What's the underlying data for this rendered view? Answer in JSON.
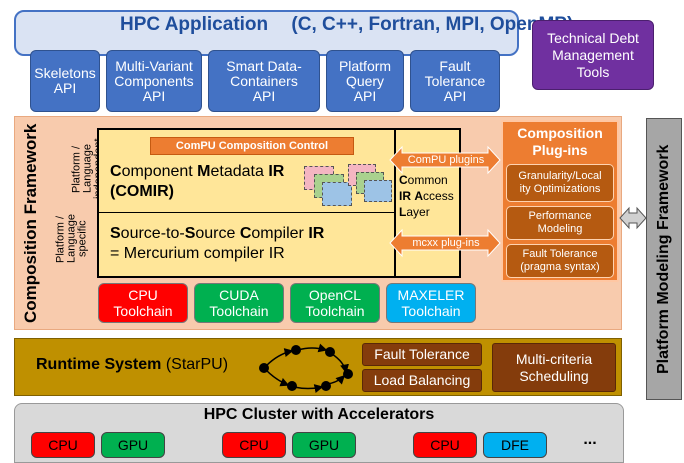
{
  "hpc_app": {
    "title": "HPC Application",
    "languages": "(C, C++, Fortran, MPI, OpenMP)",
    "apis": [
      "Skeletons\nAPI",
      "Multi-Variant\nComponents\nAPI",
      "Smart Data-\nContainers\nAPI",
      "Platform\nQuery\nAPI",
      "Fault\nTolerance\nAPI"
    ]
  },
  "debt_tools": "Technical Debt\nManagement\nTools",
  "composition_framework": {
    "label": "Composition Framework",
    "platform_independent": "Platform /\nLanguage\nindependent",
    "platform_specific": "Platform /\nLanguage\nspecific",
    "control": "ComPU Composition Control",
    "comir_line1_parts": [
      "C",
      "omponent ",
      "M",
      "etadata ",
      "IR"
    ],
    "comir_line2": "(COMIR)",
    "s2s_line1_parts": [
      "S",
      "ource-to-",
      "S",
      "ource ",
      "C",
      "ompiler ",
      "IR"
    ],
    "s2s_line2": "= Mercurium compiler IR",
    "access_layer_parts": [
      "C",
      "ommon\n",
      "IR",
      " ",
      "A",
      "ccess\n",
      "L",
      "ayer"
    ],
    "plugin_arrow_top": "ComPU plugins",
    "plugin_arrow_bottom": "mcxx plug-ins",
    "toolchains": [
      {
        "label": "CPU\nToolchain",
        "color": "#ff0000"
      },
      {
        "label": "CUDA\nToolchain",
        "color": "#00b050"
      },
      {
        "label": "OpenCL\nToolchain",
        "color": "#00b050"
      },
      {
        "label": "MAXELER\nToolchain",
        "color": "#00b0f0"
      }
    ]
  },
  "plugins": {
    "title": "Composition\nPlug-ins",
    "items": [
      "Granularity/Local\nity Optimizations",
      "Performance\nModeling",
      "Fault Tolerance\n(pragma syntax)"
    ]
  },
  "platform_modeling": "Platform Modeling Framework",
  "runtime": {
    "bold": "Runtime System",
    "normal": " (StarPU)",
    "fault_tolerance": "Fault Tolerance",
    "load_balancing": "Load Balancing",
    "scheduling": "Multi-criteria\nScheduling"
  },
  "cluster": {
    "title": "HPC Cluster with Accelerators",
    "units": [
      {
        "label": "CPU",
        "color": "#ff0000"
      },
      {
        "label": "GPU",
        "color": "#00b050"
      },
      {
        "label": "CPU",
        "color": "#ff0000"
      },
      {
        "label": "GPU",
        "color": "#00b050"
      },
      {
        "label": "CPU",
        "color": "#ff0000"
      },
      {
        "label": "DFE",
        "color": "#00b0f0"
      }
    ],
    "more": "..."
  }
}
